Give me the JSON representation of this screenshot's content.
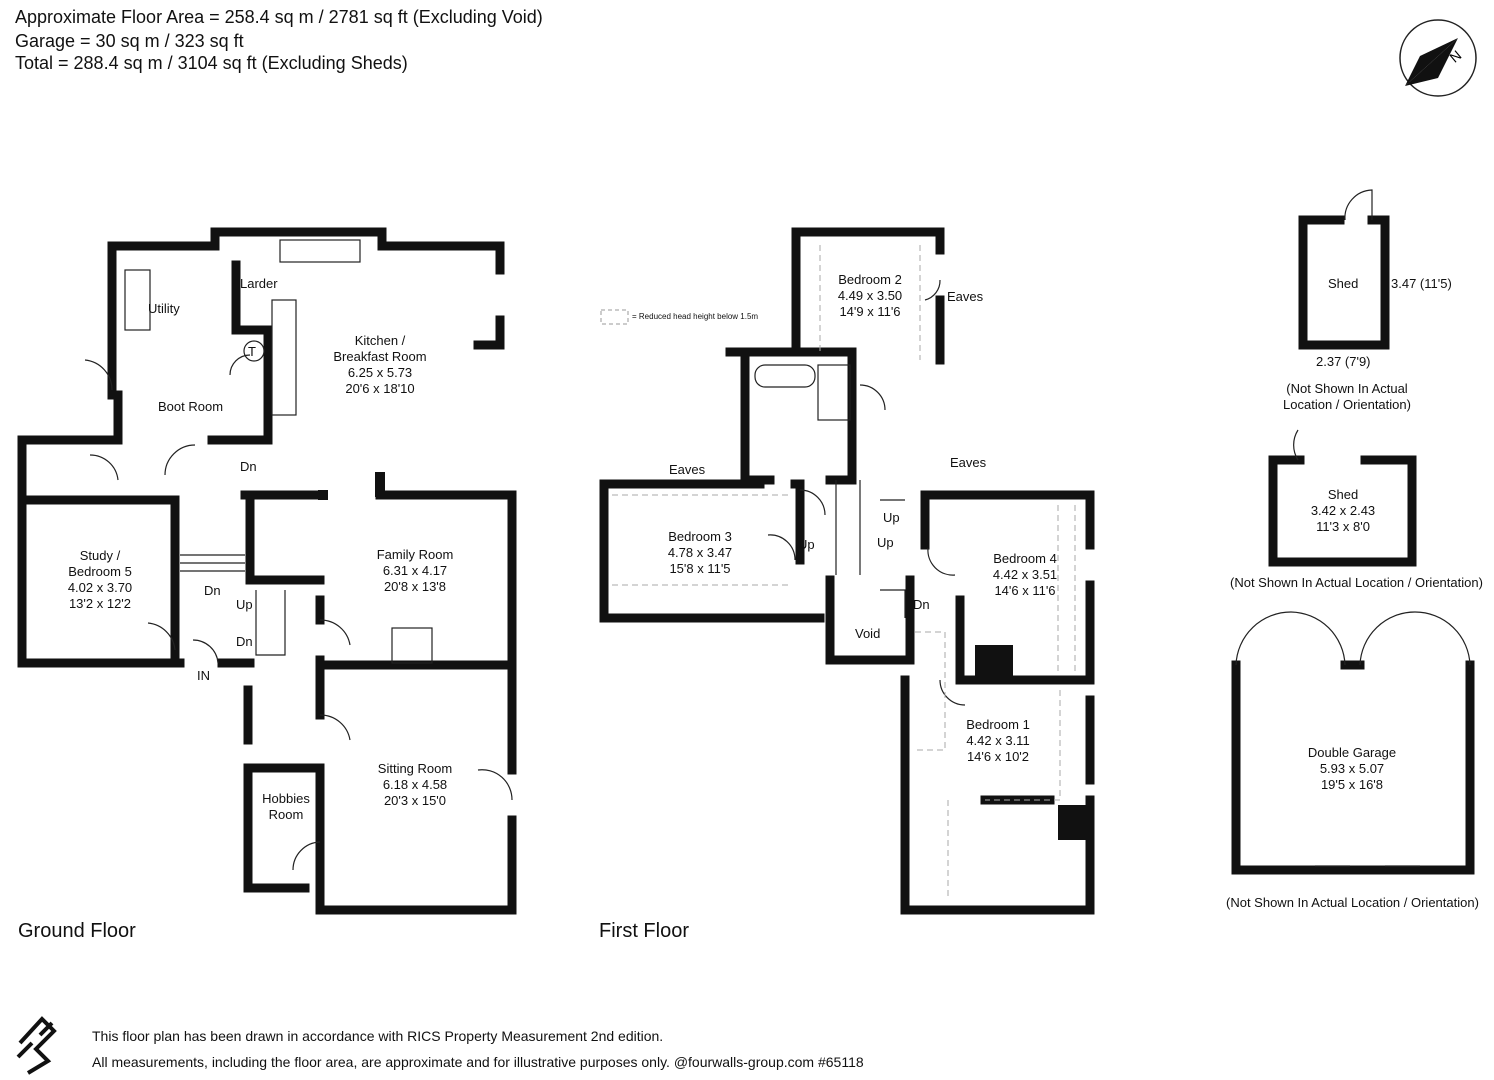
{
  "header": {
    "line1": "Approximate Floor Area = 258.4 sq m / 2781 sq ft (Excluding Void)",
    "line2": "Garage = 30 sq m / 323 sq ft",
    "line3": "Total = 288.4 sq m / 3104 sq ft (Excluding Sheds)"
  },
  "compass": {
    "letter": "N"
  },
  "legend": {
    "text": "= Reduced head height below 1.5m"
  },
  "ground_floor": {
    "title": "Ground Floor",
    "rooms": {
      "utility": "Utility",
      "larder": "Larder",
      "boot_room": "Boot Room",
      "kitchen": {
        "name1": "Kitchen /",
        "name2": "Breakfast Room",
        "metric": "6.25 x 5.73",
        "imperial": "20'6 x 18'10"
      },
      "family": {
        "name": "Family Room",
        "metric": "6.31 x 4.17",
        "imperial": "20'8 x 13'8"
      },
      "study": {
        "name1": "Study /",
        "name2": "Bedroom 5",
        "metric": "4.02 x 3.70",
        "imperial": "13'2 x 12'2"
      },
      "sitting": {
        "name": "Sitting Room",
        "metric": "6.18 x 4.58",
        "imperial": "20'3 x 15'0"
      },
      "hobbies": {
        "name1": "Hobbies",
        "name2": "Room"
      }
    },
    "marks": {
      "dn1": "Dn",
      "dn2": "Dn",
      "dn3": "Dn",
      "up1": "Up",
      "in": "IN",
      "t": "T"
    }
  },
  "first_floor": {
    "title": "First Floor",
    "rooms": {
      "bed2": {
        "name": "Bedroom 2",
        "metric": "4.49 x 3.50",
        "imperial": "14'9 x 11'6"
      },
      "bed3": {
        "name": "Bedroom 3",
        "metric": "4.78 x 3.47",
        "imperial": "15'8 x 11'5"
      },
      "bed4": {
        "name": "Bedroom 4",
        "metric": "4.42 x 3.51",
        "imperial": "14'6 x 11'6"
      },
      "bed1": {
        "name": "Bedroom 1",
        "metric": "4.42 x 3.11",
        "imperial": "14'6 x 10'2"
      },
      "void": "Void"
    },
    "marks": {
      "eaves1": "Eaves",
      "eaves2": "Eaves",
      "eaves3": "Eaves",
      "up1": "Up",
      "up2": "Up",
      "up3": "Up",
      "dn1": "Dn"
    }
  },
  "outbuildings": {
    "shed1": {
      "name": "Shed",
      "width": "2.37 (7'9)",
      "depth": "3.47 (11'5)",
      "note1": "(Not Shown In Actual",
      "note2": "Location / Orientation)"
    },
    "shed2": {
      "name": "Shed",
      "metric": "3.42 x 2.43",
      "imperial": "11'3 x 8'0",
      "note": "(Not Shown In Actual Location / Orientation)"
    },
    "garage": {
      "name": "Double Garage",
      "metric": "5.93 x 5.07",
      "imperial": "19'5 x 16'8",
      "note": "(Not Shown In Actual Location / Orientation)"
    }
  },
  "footer": {
    "line1": "This floor plan has been drawn in accordance with RICS Property Measurement 2nd edition.",
    "line2": "All measurements, including the floor area, are approximate and for illustrative purposes only. @fourwalls-group.com #65118"
  }
}
